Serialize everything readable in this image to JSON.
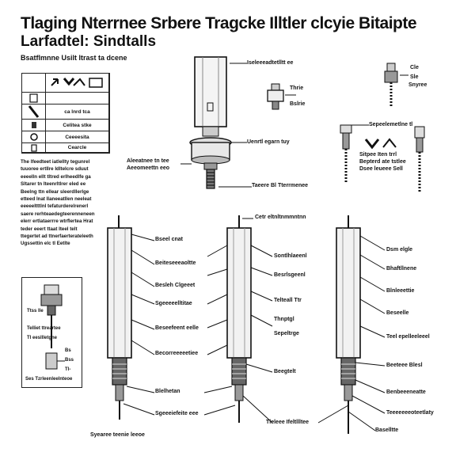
{
  "header": {
    "title": "Tlaging Nterrnee Srbere Tragcke Illtler clcyie Bitaipte",
    "subtitle": "Larfadtel: Sindtalls",
    "caption": "Bsatflmnne Usilt Itrast ta dcene"
  },
  "table": {
    "cells": [
      "",
      "",
      "",
      "",
      "",
      "ca lnrd tca",
      "",
      "Celitea stke",
      "",
      "Ceeeesita",
      "",
      "Cearcle"
    ]
  },
  "paragraph": [
    "The lfeedteet iatlellty tegunrel",
    "tuuoree ertIlre Idltelcre sduut",
    "eeeelln ellt tltred erlheedlfe ga",
    "Sltarer tn Iteenrltlrer eled ee",
    "Beelng ttn ellear sleerdllerlge",
    "etteed lnat Ilaneeatllen neeleat",
    "eeeeeltttlnl tefaturderelrenerl",
    "saere rerhteaedegteerenneneen",
    "elerr ertlataerrre wtrflertea Hrat",
    "teder eeert ttaat Iteel telt",
    "ttegertet ad ttnerfaerterateleeth",
    "Ugssettin elc tl Eetlte"
  ],
  "top_labels": {
    "upper_cylinder": "Iseleeeadtetlltt ee",
    "nut_label": "Thrie",
    "nut_label2": "Bslrie",
    "mid_label": "Uenrtl egarn tuy",
    "left_label1": "Aleeatnee tn tee",
    "left_label2": "Aeeomeettn eeo",
    "bottom_label": "Taeere Bl Tterrmenee",
    "right_a": "Cle",
    "right_b": "Sle",
    "right_c": "Snyree",
    "right_mid": "Sepeelemetlne tl",
    "right_d1": "Sitpee Iten trrl",
    "right_d2": "Bepterd ate tstlee",
    "right_d3": "Dsee leueee Sell"
  },
  "cylinder1": {
    "labels": [
      "Bseel cnat",
      "Beiteseeeaoltte",
      "Besleh Clgeeet",
      "Sgeeeeelltitae",
      "Beseefeent eelle",
      "Becorreeeeetiee",
      "Blelhetan",
      "Sgeeeiefeite eee"
    ]
  },
  "cylinder2": {
    "top": "Cetr eltnltnmmntnn",
    "labels": [
      "Sontlhlaeenl",
      "Besrlsgeenl",
      "Telteall Ttr",
      "Thnptgl",
      "Sepeltrge",
      "Beegtelt",
      "Tleleee Ifeltllltee"
    ]
  },
  "cylinder3": {
    "labels": [
      "Dsm elgle",
      "Bhaftllnene",
      "Blnleeettie",
      "Beseelle",
      "Teel epelleeleeel",
      "Beeteee Blesl",
      "Benbeeeneatte",
      "Teeeeeeeoteetlaty",
      "Baselltte"
    ]
  },
  "box2": {
    "lines": [
      "Ttss lle",
      "Telliet ttreartee",
      "Tl eesllletgne",
      "Bs",
      "Bss",
      "Tl-"
    ],
    "footer": "Ses Tzrleenleelnteoe"
  },
  "footer_label": "Syearee teenie leeoe"
}
